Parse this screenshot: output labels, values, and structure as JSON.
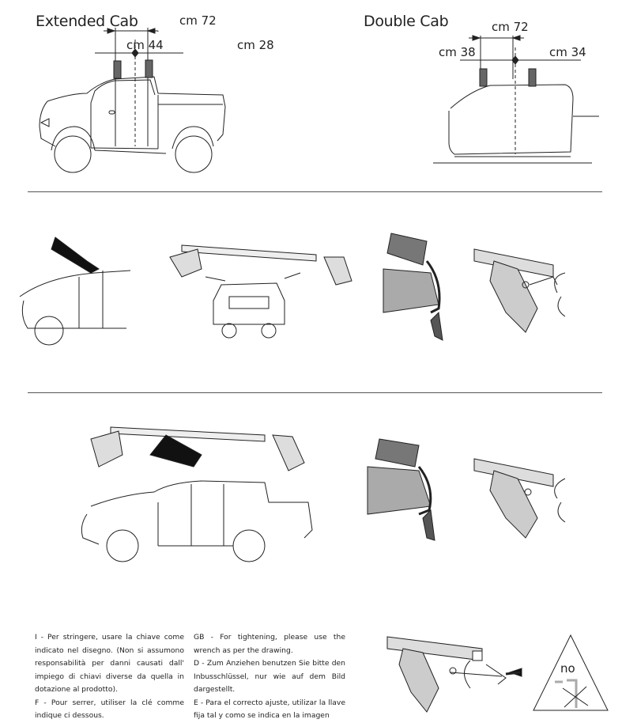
{
  "top": {
    "extended_cab": {
      "title": "Extended Cab",
      "total": "cm 72",
      "front": "cm 44",
      "rear": "cm 28"
    },
    "double_cab": {
      "title": "Double Cab",
      "total": "cm 72",
      "front": "cm 38",
      "rear": "cm 34"
    }
  },
  "warning": {
    "label": "no"
  },
  "instructions": {
    "it": "I - Per stringere, usare la chiave come indicato nel disegno.  (Non si assumono responsabilità per danni causati dall' impiego di chiavi diverse da quella in dotazione al prodotto).",
    "fr": "F - Pour serrer, utiliser la clé comme indique ci dessous.",
    "gb": "GB - For tightening, please use the wrench as per the drawing.",
    "de": "D - Zum Anziehen benutzen Sie bitte den Inbusschlüssel, nur wie auf dem Bild dargestellt.",
    "es": "E - Para el correcto ajuste, utilizar la llave fija tal y como se indica en la imagen"
  }
}
